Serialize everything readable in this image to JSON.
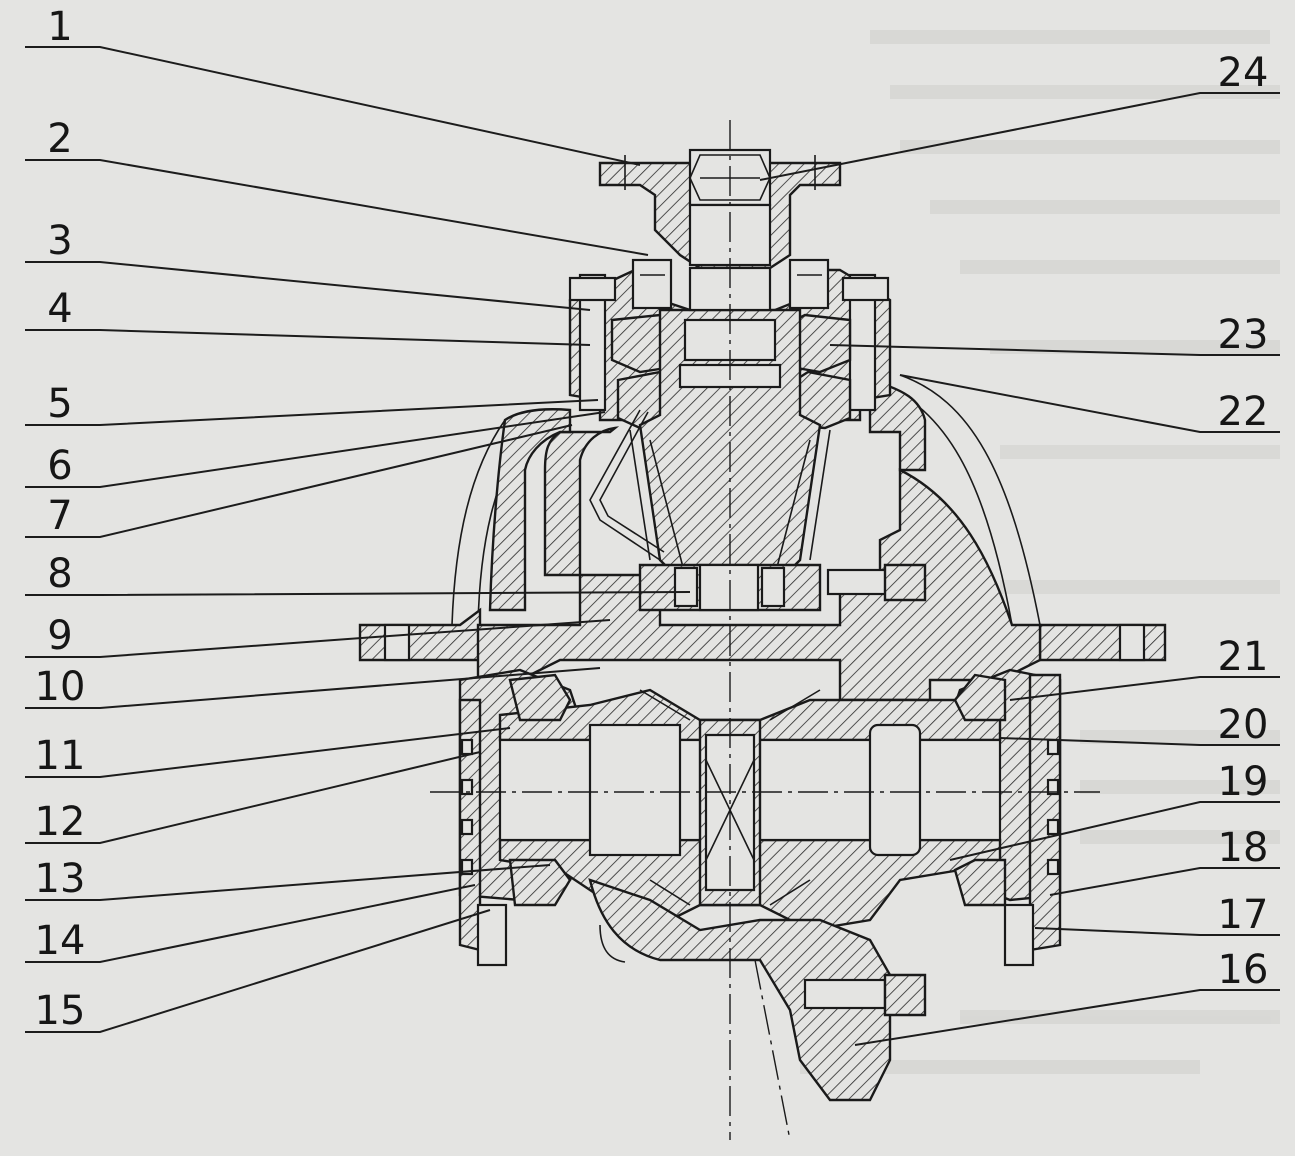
{
  "colors": {
    "paper": "#e4e4e2",
    "ink": "#1a1a1a",
    "bleed_through": "#cfcfcc"
  },
  "callouts_left": [
    "1",
    "2",
    "3",
    "4",
    "5",
    "6",
    "7",
    "8",
    "9",
    "10",
    "11",
    "12",
    "13",
    "14",
    "15"
  ],
  "callouts_right": [
    "24",
    "23",
    "22",
    "21",
    "20",
    "19",
    "18",
    "17",
    "16"
  ]
}
